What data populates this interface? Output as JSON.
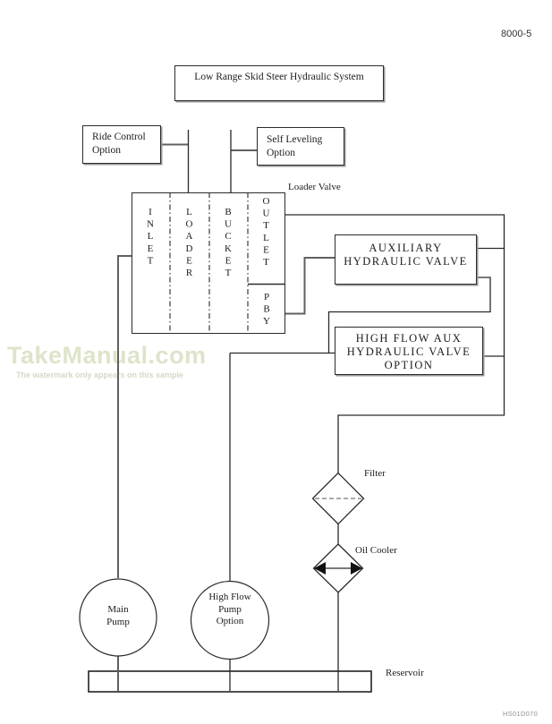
{
  "page": {
    "code": "8000-5",
    "figure_id": "HS01D070"
  },
  "title": "Low Range Skid Steer Hydraulic System",
  "watermark": {
    "brand": "TakeManual.com",
    "note": "The watermark only appears on this sample",
    "brand_color": "#dde4ca"
  },
  "options": {
    "ride_control": "Ride Control Option",
    "self_leveling": "Self Leveling Option"
  },
  "loader_valve": {
    "label": "Loader Valve",
    "sections": [
      "INLET",
      "LOADER",
      "BUCKET",
      "OUTLET",
      "PBY"
    ]
  },
  "aux_valve": {
    "line1": "AUXILIARY",
    "line2": "HYDRAULIC VALVE"
  },
  "high_flow_aux_valve": {
    "line1": "HIGH FLOW AUX",
    "line2": "HYDRAULIC VALVE",
    "line3": "OPTION"
  },
  "components": {
    "filter": "Filter",
    "oil_cooler": "Oil Cooler",
    "reservoir": "Reservoir",
    "main_pump": [
      "Main",
      "Pump"
    ],
    "high_flow_pump": [
      "High Flow",
      "Pump",
      "Option"
    ]
  }
}
